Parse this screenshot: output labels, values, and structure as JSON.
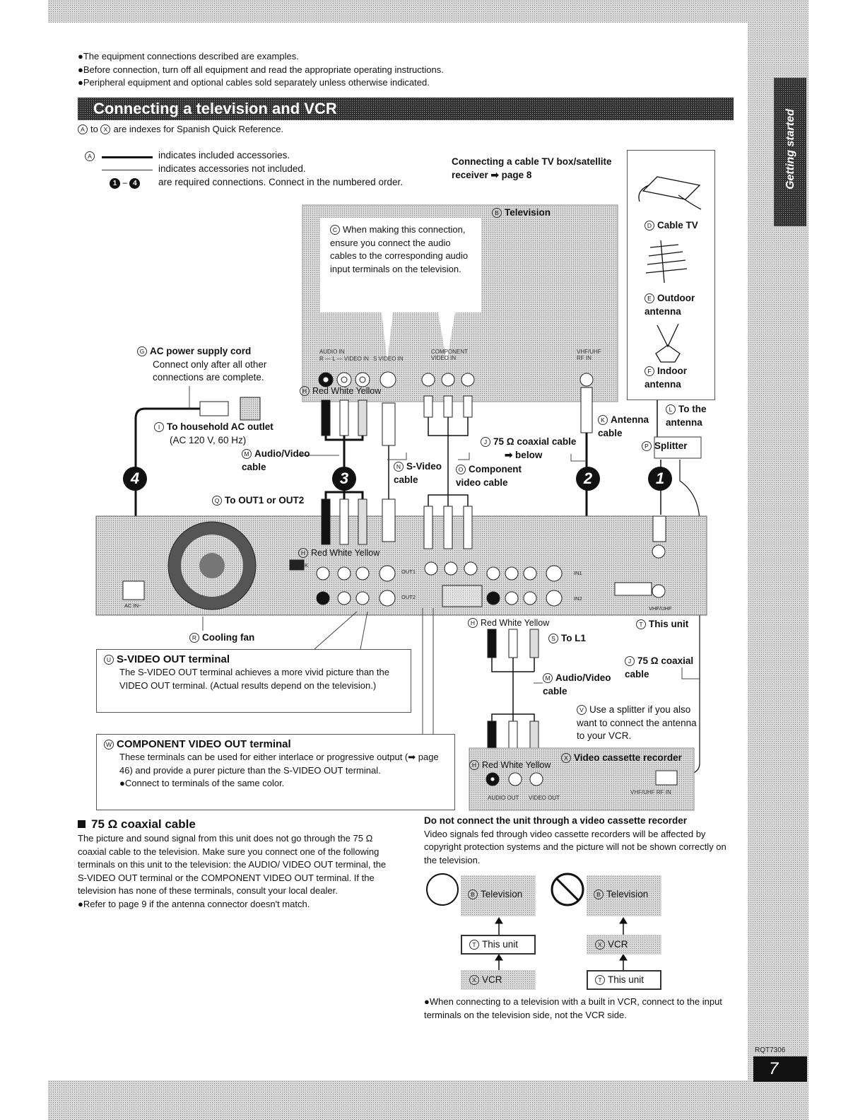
{
  "intro": [
    "●The equipment connections described are examples.",
    "●Before connection, turn off all equipment and read the appropriate operating instructions.",
    "●Peripheral equipment and optional cables sold separately unless otherwise indicated."
  ],
  "section_title": "Connecting a television and VCR",
  "side_tab": "Getting started",
  "index_note": {
    "from": "A",
    "to": "X",
    "text": "are indexes for Spanish Quick Reference."
  },
  "legend": {
    "marker": "A",
    "included": "indicates included accessories.",
    "not_included": "indicates accessories not included.",
    "order_from": "1",
    "order_to": "4",
    "order": "are required connections. Connect in the numbered order."
  },
  "cable_tv_box_note": "Connecting a cable TV box/satellite receiver ➡ page 8",
  "diagram": {
    "television": {
      "tag": "B",
      "label": "Television"
    },
    "tv_note": {
      "tag": "C",
      "text": "When making this connection, ensure you connect the audio cables to the corresponding audio input terminals on the television."
    },
    "cable_tv": {
      "tag": "D",
      "label": "Cable TV"
    },
    "outdoor_antenna": {
      "tag": "E",
      "label": "Outdoor antenna"
    },
    "indoor_antenna": {
      "tag": "F",
      "label": "Indoor antenna"
    },
    "ac_cord": {
      "tag": "G",
      "label": "AC power supply cord",
      "text": "Connect only after all other connections are complete."
    },
    "rwy_tv": {
      "tag": "H",
      "label": "Red White Yellow"
    },
    "outlet": {
      "tag": "I",
      "label": "To household AC outlet",
      "sub": "(AC 120 V, 60 Hz)"
    },
    "coax_tv": {
      "tag": "J",
      "label": "75 Ω coaxial cable",
      "sub": "➡ below"
    },
    "antenna_cable": {
      "tag": "K",
      "label": "Antenna cable"
    },
    "to_antenna": {
      "tag": "L",
      "label": "To the antenna"
    },
    "av_cable": {
      "tag": "M",
      "label": "Audio/Video cable"
    },
    "svideo_cable": {
      "tag": "N",
      "label": "S-Video cable"
    },
    "component_cable": {
      "tag": "O",
      "label": "Component video cable"
    },
    "splitter": {
      "tag": "P",
      "label": "Splitter"
    },
    "to_out": {
      "tag": "Q",
      "label": "To OUT1 or OUT2"
    },
    "cooling_fan": {
      "tag": "R",
      "label": "Cooling fan"
    },
    "to_l1": {
      "tag": "S",
      "label": "To L1"
    },
    "this_unit": {
      "tag": "T",
      "label": "This unit"
    },
    "vcr": {
      "tag": "X",
      "label": "Video cassette recorder"
    },
    "splitter_note": {
      "tag": "V",
      "text": "Use a splitter if you also want to connect the antenna to your VCR."
    },
    "steps": [
      "4",
      "3",
      "2",
      "1"
    ],
    "tv_panel": {
      "audio_in": "AUDIO IN",
      "rl": "R — L — VIDEO IN",
      "svideo_in": "S VIDEO IN",
      "component_in": "COMPONENT VIDEO IN",
      "vhf": "VHF/UHF RF IN"
    },
    "unit_panel": {
      "ac_in": "AC IN~",
      "out1": "OUT1",
      "out2": "OUT2",
      "in1": "IN1",
      "in2": "IN2",
      "slink": "S-LINK",
      "vhf": "VHF/UHF"
    },
    "vcr_panel": {
      "audio_out": "AUDIO OUT",
      "video_out": "VIDEO OUT",
      "vhf": "VHF/UHF RF IN"
    }
  },
  "svideo_box": {
    "tag": "U",
    "title": "S-VIDEO OUT terminal",
    "text": "The S-VIDEO OUT terminal achieves a more vivid picture than the VIDEO OUT terminal. (Actual results depend on the television.)"
  },
  "component_box": {
    "tag": "W",
    "title": "COMPONENT VIDEO OUT terminal",
    "text": "These terminals can be used for either interlace or progressive output (➡ page 46) and provide a purer picture than the S-VIDEO OUT terminal.",
    "bullet": "●Connect to terminals of the same color."
  },
  "coax_section": {
    "title": "75 Ω coaxial cable",
    "text": "The picture and sound signal from this unit does not go through the 75 Ω coaxial cable to the television. Make sure you connect one of the following terminals on this unit to the television: the AUDIO/ VIDEO OUT terminal, the S-VIDEO OUT terminal or the COMPONENT VIDEO OUT terminal. If the television has none of these terminals, consult your local dealer.",
    "bullet": "●Refer to page 9 if the antenna connector doesn't match."
  },
  "vcr_section": {
    "title": "Do not connect the unit through a video cassette recorder",
    "text": "Video signals fed through video cassette recorders will be affected by copyright protection systems and the picture will not be shown correctly on the television.",
    "good": {
      "tv": "Television",
      "unit": "This unit",
      "vcr": "VCR"
    },
    "bad": {
      "tv": "Television",
      "vcr": "VCR",
      "unit": "This unit"
    },
    "bullet": "●When connecting to a television with a built in VCR, connect to the input terminals on the television side, not the VCR side."
  },
  "footer": {
    "code": "RQT7306",
    "page": "7"
  }
}
